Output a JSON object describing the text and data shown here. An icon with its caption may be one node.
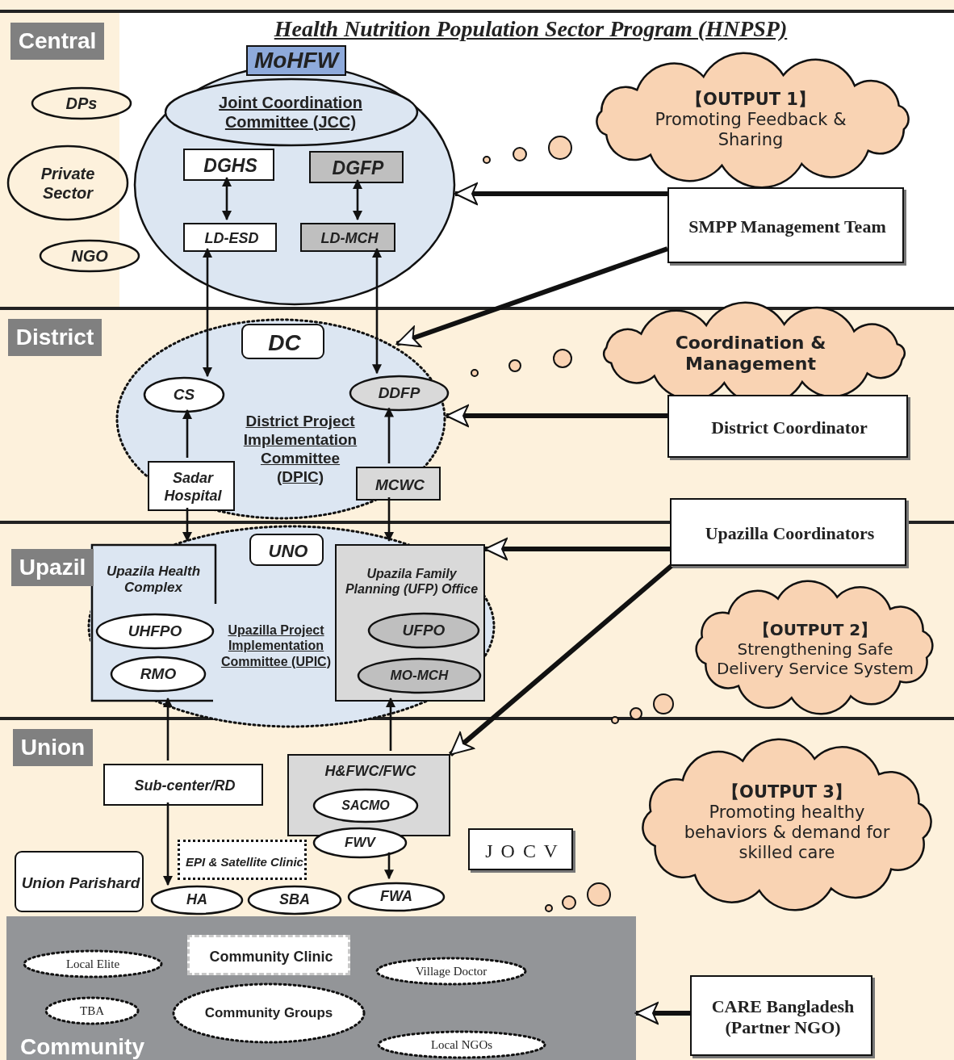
{
  "diagram": {
    "title": "Health Nutrition Population Sector Program (HNPSP)",
    "nodes": [
      {
        "text": [
          "Central"
        ]
      },
      {
        "text": [
          "MoHFW"
        ],
        "in": 0
      },
      {
        "text": [
          "Joint Coordination Committee (JCC)"
        ],
        "in": 1
      },
      {
        "text": [
          "DGHS"
        ],
        "in": 1
      },
      {
        "text": [
          "DGFP"
        ],
        "in": 1
      },
      {
        "text": [
          "LD-ESD"
        ],
        "in": 1
      },
      {
        "text": [
          "LD-MCH"
        ],
        "in": 1
      },
      {
        "text": [
          "DPs"
        ],
        "in": 0
      },
      {
        "text": [
          "Private Sector"
        ],
        "in": 0
      },
      {
        "text": [
          "NGO"
        ],
        "in": 0
      },
      {
        "text": [
          "【OUTPUT 1】",
          "Promoting Feedback & Sharing"
        ],
        "in": 0
      },
      {
        "text": [
          "SMPP Management Team"
        ],
        "in": 0
      },
      {
        "text": [
          "District"
        ]
      },
      {
        "text": [
          "District Project Implementation Committee (DPIC)"
        ],
        "in": 12
      },
      {
        "text": [
          "DC"
        ],
        "in": 13
      },
      {
        "text": [
          "CS"
        ],
        "in": 13
      },
      {
        "text": [
          "DDFP"
        ],
        "in": 13
      },
      {
        "text": [
          "Sadar Hospital"
        ],
        "in": 13
      },
      {
        "text": [
          "MCWC"
        ],
        "in": 13
      },
      {
        "text": [
          "Coordination & Management"
        ],
        "in": 12
      },
      {
        "text": [
          "District Coordinator"
        ],
        "in": 12
      },
      {
        "text": [
          "Upazil"
        ]
      },
      {
        "text": [
          "Upazilla Project Implementation Committee (UPIC)"
        ],
        "in": 21
      },
      {
        "text": [
          "UNO"
        ],
        "in": 22
      },
      {
        "text": [
          "Upazila Health Complex"
        ],
        "in": 22
      },
      {
        "text": [
          "UHFPO"
        ],
        "in": 24
      },
      {
        "text": [
          "RMO"
        ],
        "in": 24
      },
      {
        "text": [
          "Upazila Family Planning (UFP) Office"
        ],
        "in": 22
      },
      {
        "text": [
          "UFPO"
        ],
        "in": 27
      },
      {
        "text": [
          "MO-MCH"
        ],
        "in": 27
      },
      {
        "text": [
          "Upazilla Coordinators"
        ]
      },
      {
        "text": [
          "【OUTPUT 2】",
          "Strengthening Safe Delivery Service System"
        ],
        "in": 21
      },
      {
        "text": [
          "Union"
        ]
      },
      {
        "text": [
          "Sub-center/RD"
        ],
        "in": 32
      },
      {
        "text": [
          "H&FWC/FWC"
        ],
        "in": 32
      },
      {
        "text": [
          "SACMO"
        ],
        "in": 34
      },
      {
        "text": [
          "FWV"
        ],
        "in": 32
      },
      {
        "text": [
          "EPI & Satellite Clinic"
        ],
        "in": 32
      },
      {
        "text": [
          "Union Parishard"
        ],
        "in": 32
      },
      {
        "text": [
          "HA"
        ],
        "in": 32
      },
      {
        "text": [
          "SBA"
        ],
        "in": 32
      },
      {
        "text": [
          "FWA"
        ],
        "in": 32
      },
      {
        "text": [
          "J O C V"
        ],
        "in": 32
      },
      {
        "text": [
          "【OUTPUT 3】",
          "Promoting healthy behaviors & demand for skilled care"
        ],
        "in": 32
      },
      {
        "text": [
          "Community"
        ]
      },
      {
        "text": [
          "Community Clinic"
        ],
        "in": 44
      },
      {
        "text": [
          "Local Elite"
        ],
        "in": 44
      },
      {
        "text": [
          "TBA"
        ],
        "in": 44
      },
      {
        "text": [
          "Community Groups"
        ],
        "in": 44
      },
      {
        "text": [
          "Village Doctor"
        ],
        "in": 44
      },
      {
        "text": [
          "Local NGOs"
        ],
        "in": 44
      },
      {
        "text": [
          "CARE Bangladesh (Partner NGO)"
        ]
      }
    ],
    "edges": [
      {
        "from": 3,
        "to": 5,
        "arrow": "both"
      },
      {
        "from": 4,
        "to": 6,
        "arrow": "both"
      },
      {
        "from": 5,
        "to": 15,
        "arrow": "both"
      },
      {
        "from": 6,
        "to": 16,
        "arrow": "both"
      },
      {
        "from": 17,
        "to": 15,
        "arrow": "to"
      },
      {
        "from": 17,
        "to": 24,
        "arrow": "to"
      },
      {
        "from": 18,
        "to": 16,
        "arrow": "to"
      },
      {
        "from": 18,
        "to": 27,
        "arrow": "to"
      },
      {
        "from": 33,
        "to": 24,
        "arrow": "to"
      },
      {
        "from": 33,
        "to": 39,
        "arrow": "to"
      },
      {
        "from": 34,
        "to": 27,
        "arrow": "to"
      },
      {
        "from": 36,
        "to": 41,
        "arrow": "to"
      },
      {
        "from": 11,
        "to": 1,
        "arrow": "to",
        "style": "thick"
      },
      {
        "from": 11,
        "to": 13,
        "arrow": "to",
        "style": "thick"
      },
      {
        "from": 20,
        "to": 13,
        "arrow": "to",
        "style": "thick"
      },
      {
        "from": 30,
        "to": 27,
        "arrow": "to",
        "style": "thick"
      },
      {
        "from": 30,
        "to": 34,
        "arrow": "to",
        "style": "thick"
      },
      {
        "from": 51,
        "to": 44,
        "arrow": "to",
        "style": "thick"
      }
    ]
  }
}
